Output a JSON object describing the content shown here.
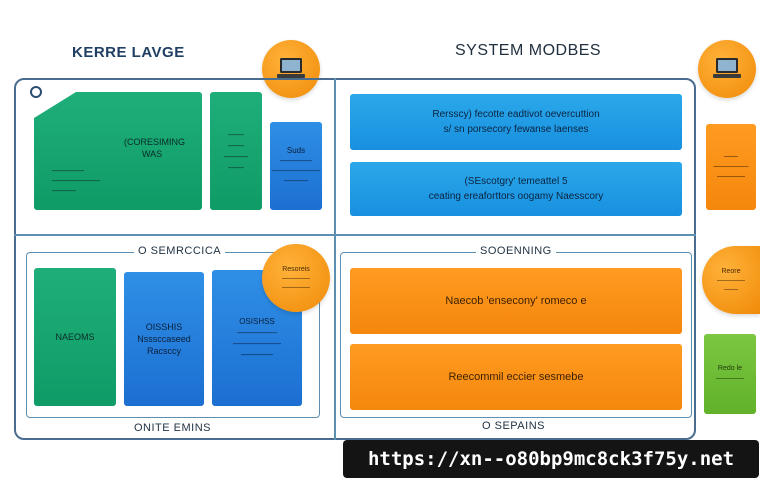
{
  "titles": {
    "left": "KERRE LAVGE",
    "right": "SYSTEM MODBES"
  },
  "top_left": {
    "green_big": [
      "(CORESIMING",
      "WAS"
    ],
    "green_big_small": [
      "————",
      "——————",
      "———"
    ],
    "green_narrow_small": [
      "——",
      "——",
      "———",
      "——"
    ],
    "blue_small": [
      "Suds",
      "————",
      "——————",
      "———"
    ]
  },
  "top_right": {
    "row1": [
      "Rersscy) fecotte eadtivot oevercuttion",
      "s/ sn porsecory  fewanse laenses"
    ],
    "row2": [
      "(SEscotgry' temeattel 5",
      "ceating ereaforttors  oogamy  Naesscory"
    ]
  },
  "bottom_left": {
    "label": "O SEMRCCICA",
    "green": "NAEOMS",
    "blue1": [
      "OISSHIS",
      "Nsssccaseed",
      "Racsccy"
    ],
    "blue2": [
      "OSISHSS",
      "—————",
      "——————",
      "————"
    ],
    "circle": [
      "Resoreis",
      "————",
      "————"
    ],
    "footer": "ONITE EMINS"
  },
  "bottom_right": {
    "label": "SOOENNING",
    "orange1": "Naecob 'ensecony' romeco e",
    "orange2": "Reecommil eccier sesmebe",
    "footer": "O SEPAINS"
  },
  "right_column": {
    "orange_small": [
      "——",
      "—————",
      "————"
    ],
    "circle_small": [
      "Reore",
      "————",
      "——"
    ],
    "green_small": [
      "Redo le",
      "————"
    ]
  },
  "watermark": "https://xn--o80bp9mc8ck3f75y.net",
  "colors": {
    "green": "#1fae7a",
    "blue": "#2f8fe6",
    "orange": "#ff9b21",
    "lime": "#7cc642",
    "frame": "#4a6d8f"
  }
}
